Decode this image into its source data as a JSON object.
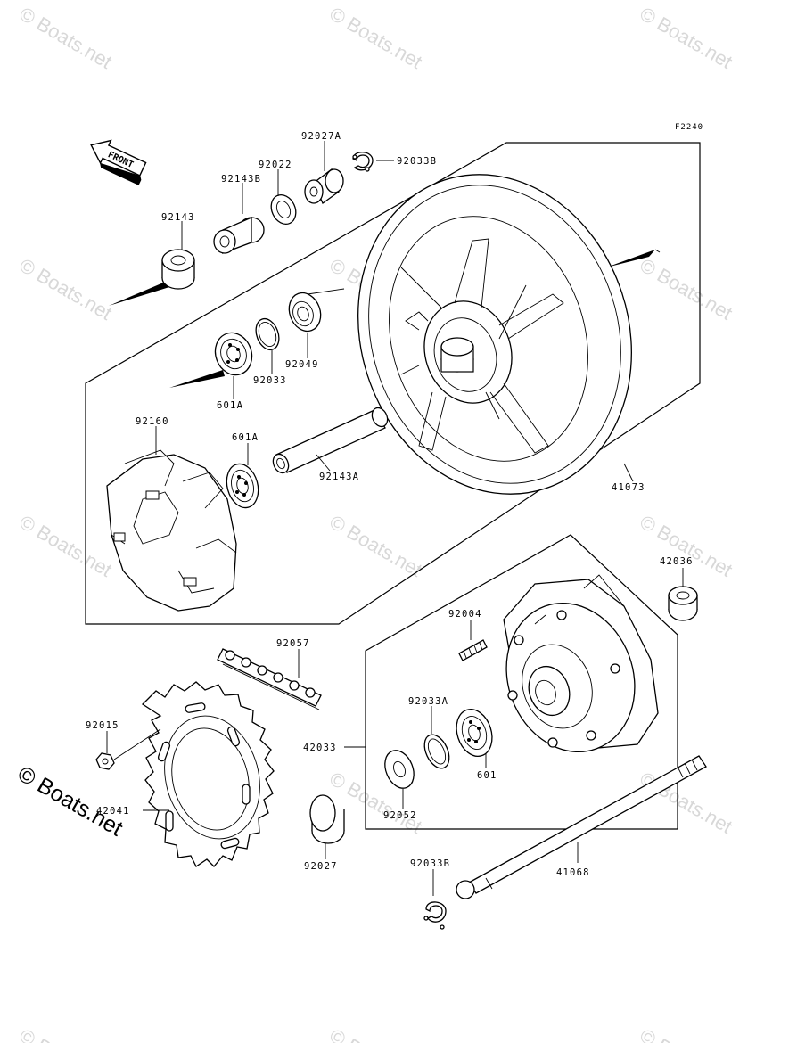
{
  "figure_code": "F2240",
  "front_arrow_label": "FRONT",
  "watermark": "© Boats.net",
  "labels": {
    "p92027A": "92027A",
    "p92033B_top": "92033B",
    "p92022": "92022",
    "p92143B": "92143B",
    "p92143": "92143",
    "p92049": "92049",
    "p92033": "92033",
    "p601A_top": "601A",
    "p92160": "92160",
    "p601A_mid": "601A",
    "p92143A": "92143A",
    "p41073": "41073",
    "p42036": "42036",
    "p92004": "92004",
    "p92057": "92057",
    "p92015": "92015",
    "p42033": "42033",
    "p92033A": "92033A",
    "p601": "601",
    "p42041": "42041",
    "p92052": "92052",
    "p92027": "92027",
    "p92033B_bot": "92033B",
    "p41068": "41068"
  }
}
